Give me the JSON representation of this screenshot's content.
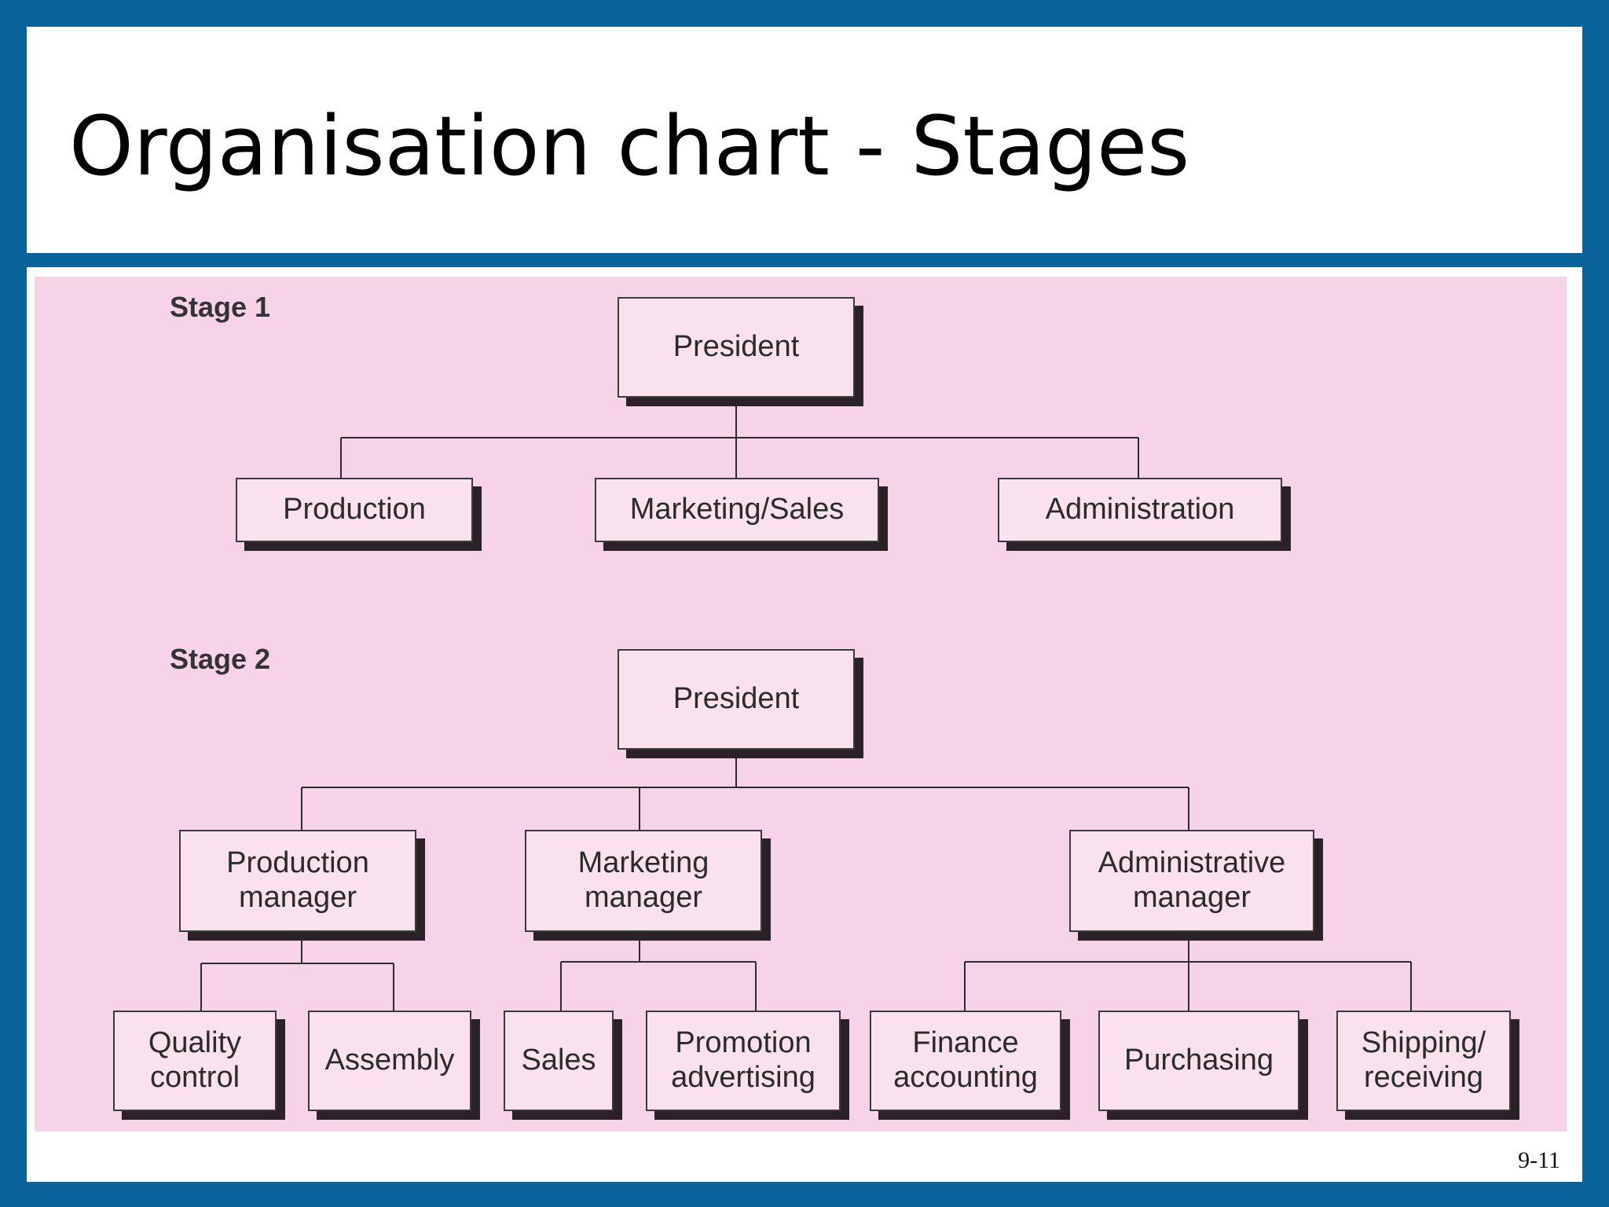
{
  "slide": {
    "title": "Organisation chart - Stages",
    "page_number": "9-11"
  },
  "stage1": {
    "label": "Stage 1",
    "president": "President",
    "departments": [
      "Production",
      "Marketing/Sales",
      "Administration"
    ]
  },
  "stage2": {
    "label": "Stage 2",
    "president": "President",
    "managers": [
      "Production\nmanager",
      "Marketing\nmanager",
      "Administrative\nmanager"
    ],
    "units": [
      "Quality\ncontrol",
      "Assembly",
      "Sales",
      "Promotion\nadvertising",
      "Finance\naccounting",
      "Purchasing",
      "Shipping/\nreceiving"
    ]
  },
  "colors": {
    "frame": "#0a639a",
    "chart_background": "#f6d3e6",
    "box_fill": "#f9e2ee",
    "box_shadow": "#2a2226"
  }
}
